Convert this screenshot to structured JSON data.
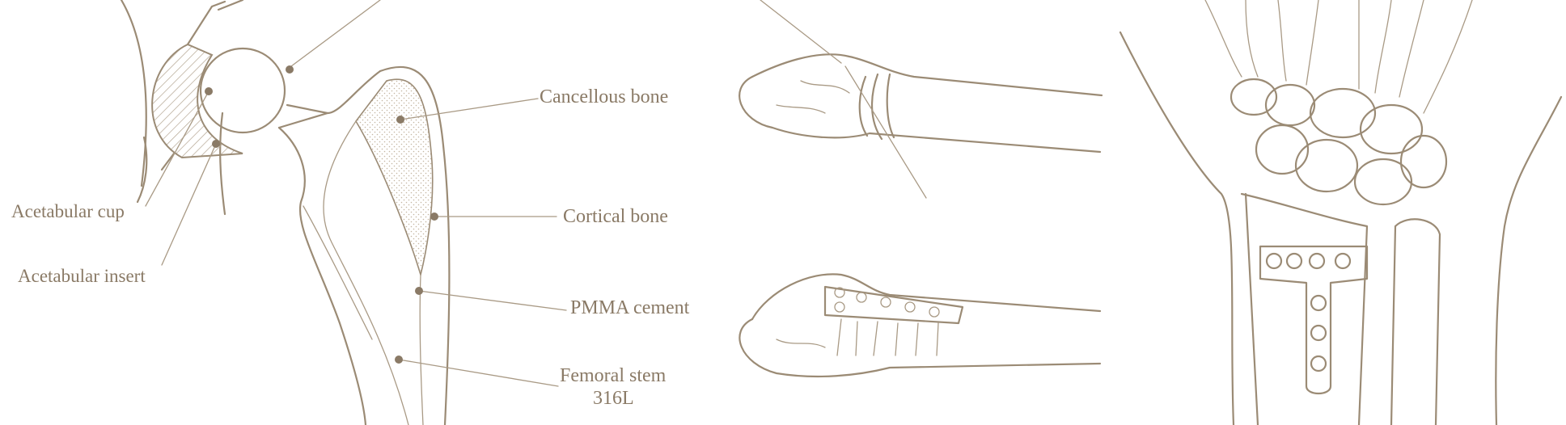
{
  "hip_diagram": {
    "labels": {
      "cancellous": "Cancellous bone",
      "cortical": "Cortical bone",
      "pmma": "PMMA cement",
      "femoral_stem_line1": "Femoral stem",
      "femoral_stem_line2": "316L",
      "acetabular_cup": "Acetabular cup",
      "acetabular_insert": "Acetabular insert"
    }
  },
  "colors": {
    "ink": "#8a7a66",
    "line": "#9b8b75",
    "fill_light": "#f3ede4",
    "background": "#ffffff"
  }
}
